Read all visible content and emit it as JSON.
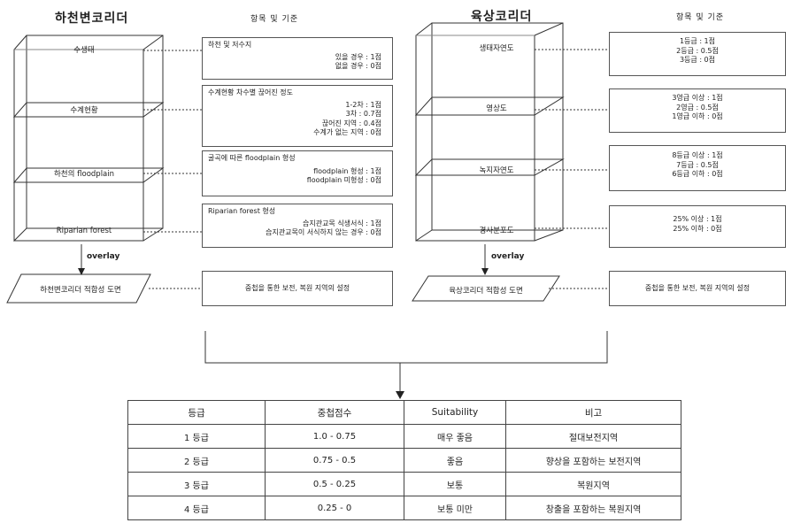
{
  "left": {
    "title": "하천변코리더",
    "criteria_header": "항목 및 기준",
    "layers": [
      "수생태",
      "수계현황",
      "하천의 floodplain",
      "Riparian forest"
    ],
    "overlay": "overlay",
    "result": "하천변코리더 적합성 도면",
    "criteria": [
      {
        "heading": "하천 및 저수지",
        "lines": [
          "있을 경우 : 1점",
          "없을 경우 : 0점"
        ]
      },
      {
        "heading": "수계현황 차수별 끊어진 정도",
        "lines": [
          "1-2차 : 1점",
          "3차 : 0.7점",
          "끊어진 지역 : 0.4점",
          "수계가 없는 지역 : 0점"
        ]
      },
      {
        "heading": "굴곡에 따른 floodplain 형성",
        "lines": [
          "floodplain   형성 : 1점",
          "floodplain 미형성 : 0점"
        ]
      },
      {
        "heading": "Riparian forest 형성",
        "lines": [
          "습지관교목 식생서식 : 1점",
          "습지관교목이 서식하지 않는 경우 : 0점"
        ]
      }
    ],
    "result_desc": "중첩을 통한 보전, 복원 지역의 설정"
  },
  "right": {
    "title": "육상코리더",
    "criteria_header": "항목 및 기준",
    "layers": [
      "생태자연도",
      "영상도",
      "녹지자연도",
      "경사분포도"
    ],
    "overlay": "overlay",
    "result": "육상코리더 적합성 도면",
    "criteria": [
      {
        "lines": [
          "1등급 : 1점",
          "2등급 : 0.5점",
          "3등급 : 0점"
        ]
      },
      {
        "lines": [
          "3영급 이상 : 1점",
          "2영급 : 0.5점",
          "1영급 이하 : 0점"
        ]
      },
      {
        "lines": [
          "8등급 이상 : 1점",
          "7등급 : 0.5점",
          "6등급 이하 : 0점"
        ]
      },
      {
        "lines": [
          "25% 이상 : 1점",
          "25% 이하 : 0점"
        ]
      }
    ],
    "result_desc": "중첩을 통한 보전, 복원 지역의 설정"
  },
  "table": {
    "headers": [
      "등급",
      "중첩점수",
      "Suitability",
      "비고"
    ],
    "rows": [
      [
        "1 등급",
        "1.0 - 0.75",
        "매우 좋음",
        "절대보전지역"
      ],
      [
        "2 등급",
        "0.75 - 0.5",
        "좋음",
        "향상을 포함하는 보전지역"
      ],
      [
        "3 등급",
        "0.5 - 0.25",
        "보통",
        "복원지역"
      ],
      [
        "4 등급",
        "0.25 - 0",
        "보통 미만",
        "창출을 포함하는 복원지역"
      ]
    ]
  }
}
